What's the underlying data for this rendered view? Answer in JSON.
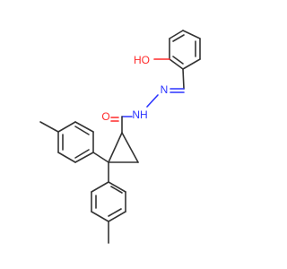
{
  "molecule": {
    "labels": {
      "hydroxyl": "HO",
      "carbonyl_o": "O",
      "imine_n": "N",
      "amide_nh": "NH"
    },
    "colors": {
      "bond": "#333333",
      "nitrogen": "#2b34ff",
      "oxygen": "#ff2a2a",
      "background": "#ffffff"
    }
  }
}
